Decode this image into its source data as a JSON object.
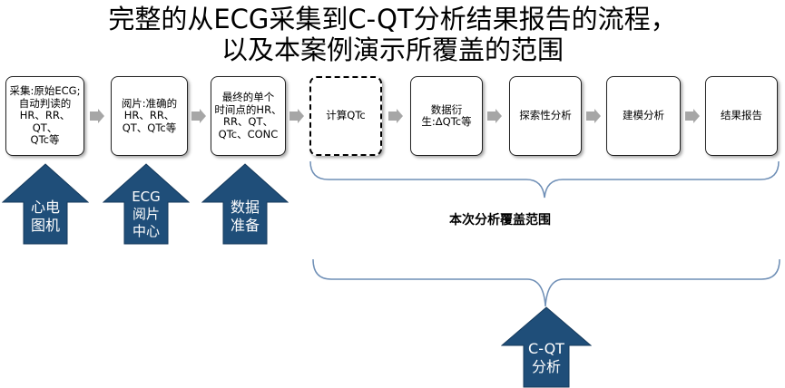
{
  "title": {
    "line1": "完整的从ECG采集到C-QT分析结果报告的流程，",
    "line2": "以及本案例演示所覆盖的范围"
  },
  "boxes": [
    {
      "text": "采集:原始ECG;\n自动判读的\nHR、RR、QT、\nQTc等"
    },
    {
      "text": "阅片:准确的\nHR、RR、\nQT、QTc等"
    },
    {
      "text": "最终的单个\n时间点的HR、\nRR、QT、\nQTc、CONC"
    },
    {
      "text": "计算QTc"
    },
    {
      "text": "数据衍\n生:ΔQTc等"
    },
    {
      "text": "探索性分析"
    },
    {
      "text": "建模分析"
    },
    {
      "text": "结果报告"
    }
  ],
  "sources": [
    {
      "label": "心电\n图机"
    },
    {
      "label": "ECG\n阅片\n中心"
    },
    {
      "label": "数据\n准备"
    }
  ],
  "scope": {
    "label": "本次分析覆盖范围"
  },
  "analysis": {
    "label": "C-QT\n分析"
  },
  "colors": {
    "arrow_fill": "#1f4e79",
    "connector": "#a6a6a6",
    "brace": "#6f8fb6"
  }
}
